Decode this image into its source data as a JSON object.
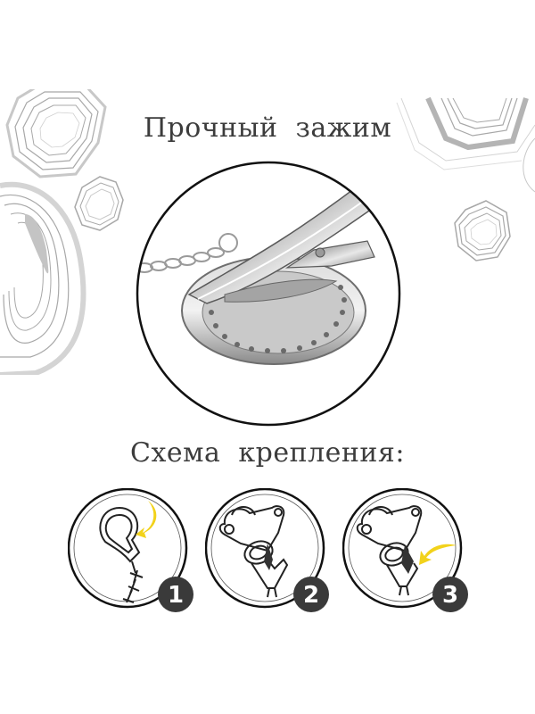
{
  "headings": {
    "top": "Прочный  зажим",
    "bottom": "Схема  крепления:"
  },
  "product_photo": {
    "alt": "Silver metal clip with round studded plate and chain",
    "border_color": "#111111"
  },
  "steps": [
    {
      "number": "1",
      "icon": "pacifier-holder-clip-arrow-icon"
    },
    {
      "number": "2",
      "icon": "pacifier-ring-attach-icon"
    },
    {
      "number": "3",
      "icon": "pacifier-clip-close-arrow-icon"
    }
  ],
  "colors": {
    "text": "#3c3c3c",
    "badge": "#3a3a3a",
    "arrow": "#f2d21b",
    "decor": "#9a9a9a"
  }
}
